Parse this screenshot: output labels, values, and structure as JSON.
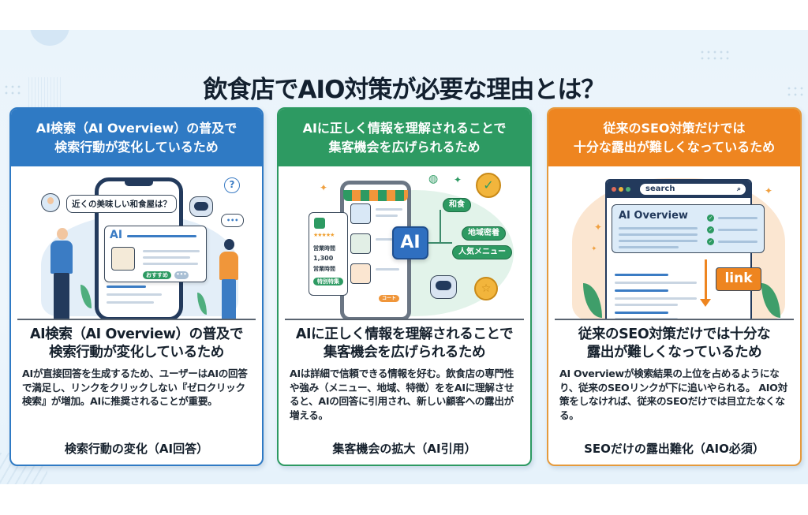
{
  "page": {
    "title": "飲食店でAIO対策が必要な理由とは？"
  },
  "cards": [
    {
      "color": "#2f7ac4",
      "header": [
        "AI検索（AI Overview）の普及で",
        "検索行動が変化しているため"
      ],
      "illustration": {
        "speech_bubble": "近くの美味しい和食屋は？",
        "ai_label": "AI",
        "pill_label": "おすすめ",
        "question_mark": "?",
        "dots": "•••"
      },
      "title": [
        "AI検索（AI Overview）の普及で",
        "検索行動が変化しているため"
      ],
      "body": "AIが直接回答を生成するため、ユーザーはAIの回答で満足し、リンクをクリックしない『ゼロクリック検索』が増加。AIに推奨されることが重要。",
      "footer": "検索行動の変化（AI回答）"
    },
    {
      "color": "#2d9a62",
      "header": [
        "AIに正しく情報を理解されることで",
        "集客機会を広げられるため"
      ],
      "illustration": {
        "ai_label": "AI",
        "tags": [
          "和食",
          "地域密着",
          "人気メニュー"
        ],
        "panel_rows": [
          "営業時間",
          "1,300",
          "営業時間"
        ],
        "panel_button": "特別特集",
        "rating": "★★★★★",
        "cart_label": "コート"
      },
      "title": [
        "AIに正しく情報を理解されることで",
        "集客機会を広げられるため"
      ],
      "body": "AIは詳細で信頼できる情報を好む。飲食店の専門性や強み（メニュー、地域、特徴）ををAIに理解させると、AIの回答に引用され、新しい顧客への露出が増える。",
      "footer": "集客機会の拡大（AI引用）"
    },
    {
      "color": "#ee8520",
      "header": [
        "従来のSEO対策だけでは",
        "十分な露出が難しくなっているため"
      ],
      "illustration": {
        "search_placeholder": "search",
        "overview_label": "AI Overview",
        "link_label": "link"
      },
      "title": [
        "従来のSEO対策だけでは十分な",
        "露出が難しくなっているため"
      ],
      "body": "AI Overviewが検索結果の上位を占めるようになり、従来のSEOリンクが下に追いやられる。 AIO対策をしなければ、従来のSEOだけでは目立たなくなる。",
      "footer": "SEOだけの露出難化（AIO必須）"
    }
  ]
}
